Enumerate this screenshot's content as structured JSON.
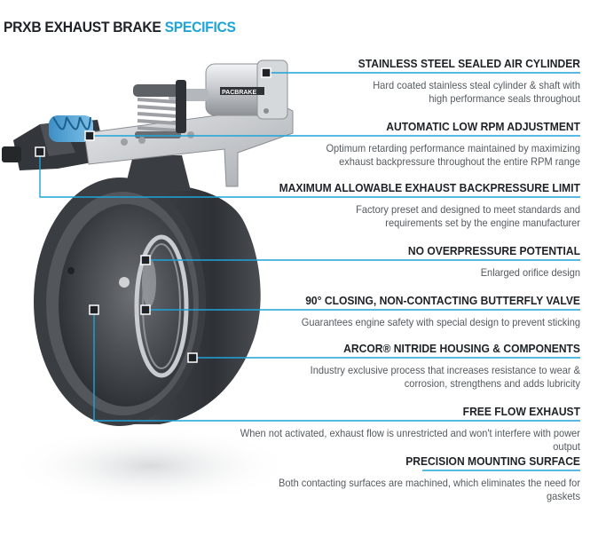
{
  "header": {
    "title_main": "PRXB EXHAUST BRAKE",
    "title_accent": "SPECIFICS"
  },
  "colors": {
    "accent": "#1ea4d9",
    "text_dark": "#1e2226",
    "text_body": "#555a5f"
  },
  "product": {
    "cylinder_label": "PACBRAKE"
  },
  "features": [
    {
      "title": "STAINLESS STEEL SEALED AIR CYLINDER",
      "desc": "Hard coated stainless steal cylinder & shaft with high performance seals throughout"
    },
    {
      "title": "AUTOMATIC LOW RPM ADJUSTMENT",
      "desc": "Optimum retarding performance maintained by maximizing exhaust backpressure throughout the entire RPM range"
    },
    {
      "title": "MAXIMUM ALLOWABLE EXHAUST BACKPRESSURE LIMIT",
      "desc": "Factory preset and designed to meet standards and requirements set by the engine manufacturer"
    },
    {
      "title": "NO OVERPRESSURE POTENTIAL",
      "desc": "Enlarged orifice design"
    },
    {
      "title": "90° CLOSING, NON-CONTACTING BUTTERFLY VALVE",
      "desc": "Guarantees engine safety with special design to prevent sticking"
    },
    {
      "title": "ARCOR® NITRIDE HOUSING & COMPONENTS",
      "desc": "Industry exclusive process that increases resistance to wear & corrosion, strengthens and adds lubricity"
    },
    {
      "title": "FREE FLOW EXHAUST",
      "desc": "When not activated, exhaust flow is unrestricted and won't interfere with power output"
    },
    {
      "title": "PRECISION MOUNTING SURFACE",
      "desc": "Both contacting surfaces are machined, which eliminates the need for gaskets"
    }
  ]
}
